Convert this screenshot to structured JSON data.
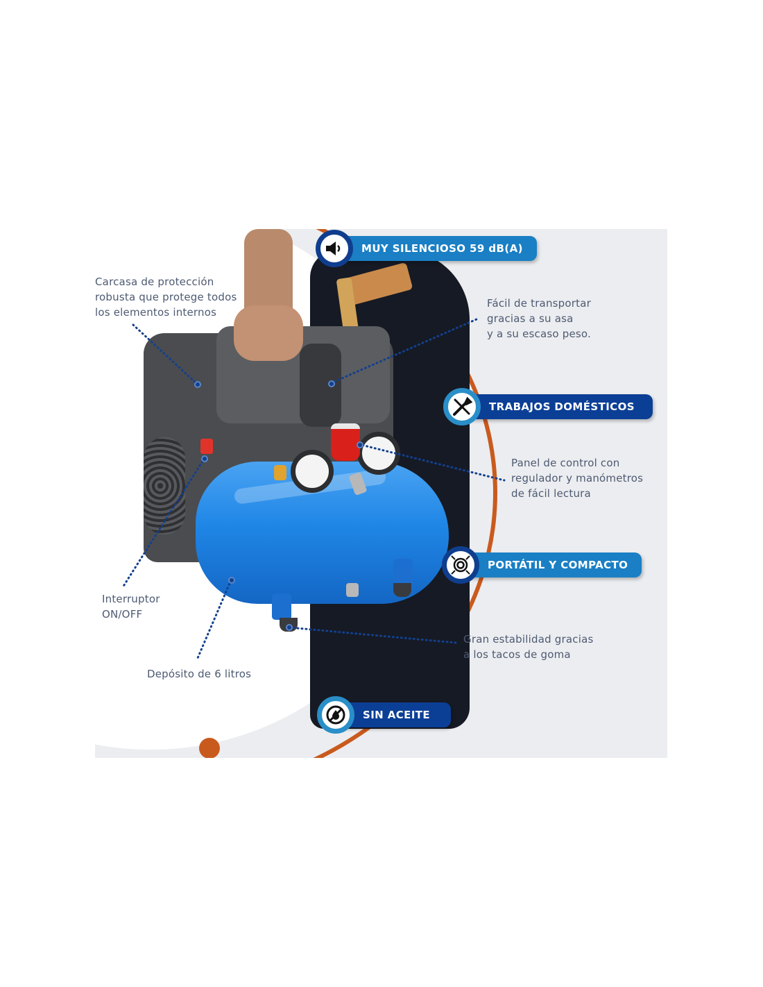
{
  "infographic": {
    "product": "air compressor",
    "colors": {
      "background": "#ecedf0",
      "accent_orange": "#c95a1e",
      "badge_light_blue": "#1a7fc4",
      "badge_dark_blue": "#0b3f96",
      "callout_text": "#4d5a72",
      "tank_blue": "#1f86e6"
    },
    "badges": [
      {
        "label": "MUY SILENCIOSO 59 dB(A)",
        "icon": "speaker-icon",
        "style": "light"
      },
      {
        "label": "TRABAJOS DOMÉSTICOS",
        "icon": "tools-icon",
        "style": "dark"
      },
      {
        "label": "PORTÁTIL Y COMPACTO",
        "icon": "compact-arrows-icon",
        "style": "light"
      },
      {
        "label": "SIN ACEITE",
        "icon": "no-oil-icon",
        "style": "dark"
      }
    ],
    "callouts": [
      {
        "text": "Carcasa de protección\nrobusta que protege todos\nlos elementos internos"
      },
      {
        "text": "Fácil de transportar\ngracias a su asa\ny a su escaso peso."
      },
      {
        "text": "Panel de control con\nregulador y manómetros\nde fácil lectura"
      },
      {
        "text": "Interruptor\nON/OFF"
      },
      {
        "text": "Gran estabilidad gracias\na los tacos de goma"
      },
      {
        "text": "Depósito de 6 litros"
      }
    ]
  }
}
